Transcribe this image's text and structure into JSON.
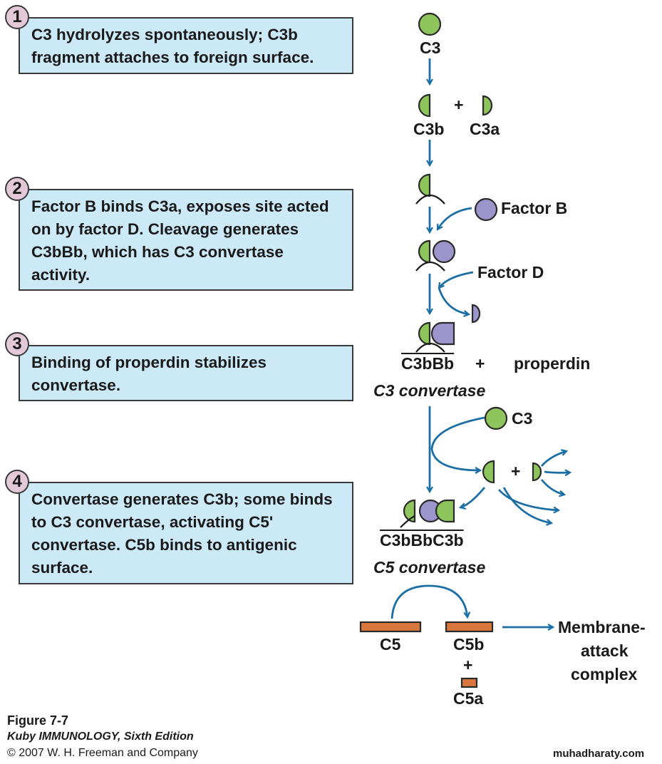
{
  "steps": [
    {
      "number": "1",
      "text": "C3 hydrolyzes spontaneously; C3b fragment attaches to foreign surface."
    },
    {
      "number": "2",
      "text": "Factor B binds C3a, exposes site acted on by factor D. Cleavage generates C3bBb, which has C3 convertase activity."
    },
    {
      "number": "3",
      "text": "Binding of properdin stabilizes convertase."
    },
    {
      "number": "4",
      "text": "Convertase generates C3b; some binds to C3 convertase, activating C5' convertase. C5b binds to antigenic surface."
    }
  ],
  "labels": {
    "c3_top": "C3",
    "c3b": "C3b",
    "plus_1": "+",
    "c3a": "C3a",
    "factor_b": "Factor B",
    "factor_d": "Factor D",
    "c3bbb": "C3bBb",
    "plus_2": "+",
    "properdin": "properdin",
    "c3_convertase": "C3 convertase",
    "c3_lower": "C3",
    "plus_3": "+",
    "c3bbbc3b": "C3bBbC3b",
    "c5_convertase": "C5 convertase",
    "c5": "C5",
    "c5b": "C5b",
    "plus_4": "+",
    "c5a": "C5a",
    "mac_line1": "Membrane-",
    "mac_line2": "attack",
    "mac_line3": "complex"
  },
  "caption": {
    "figure": "Figure 7-7",
    "book": "Kuby IMMUNOLOGY, Sixth Edition",
    "copyright": "© 2007 W. H. Freeman and Company",
    "watermark": "muhadharaty.com"
  },
  "colors": {
    "c3_green": "#8dc45b",
    "factor_b_purple": "#9b95cc",
    "c5_orange": "#d9773f",
    "arrow_blue": "#1b6fa5",
    "box_fill": "#cce9f8",
    "badge_fill": "#e3c8d7"
  }
}
